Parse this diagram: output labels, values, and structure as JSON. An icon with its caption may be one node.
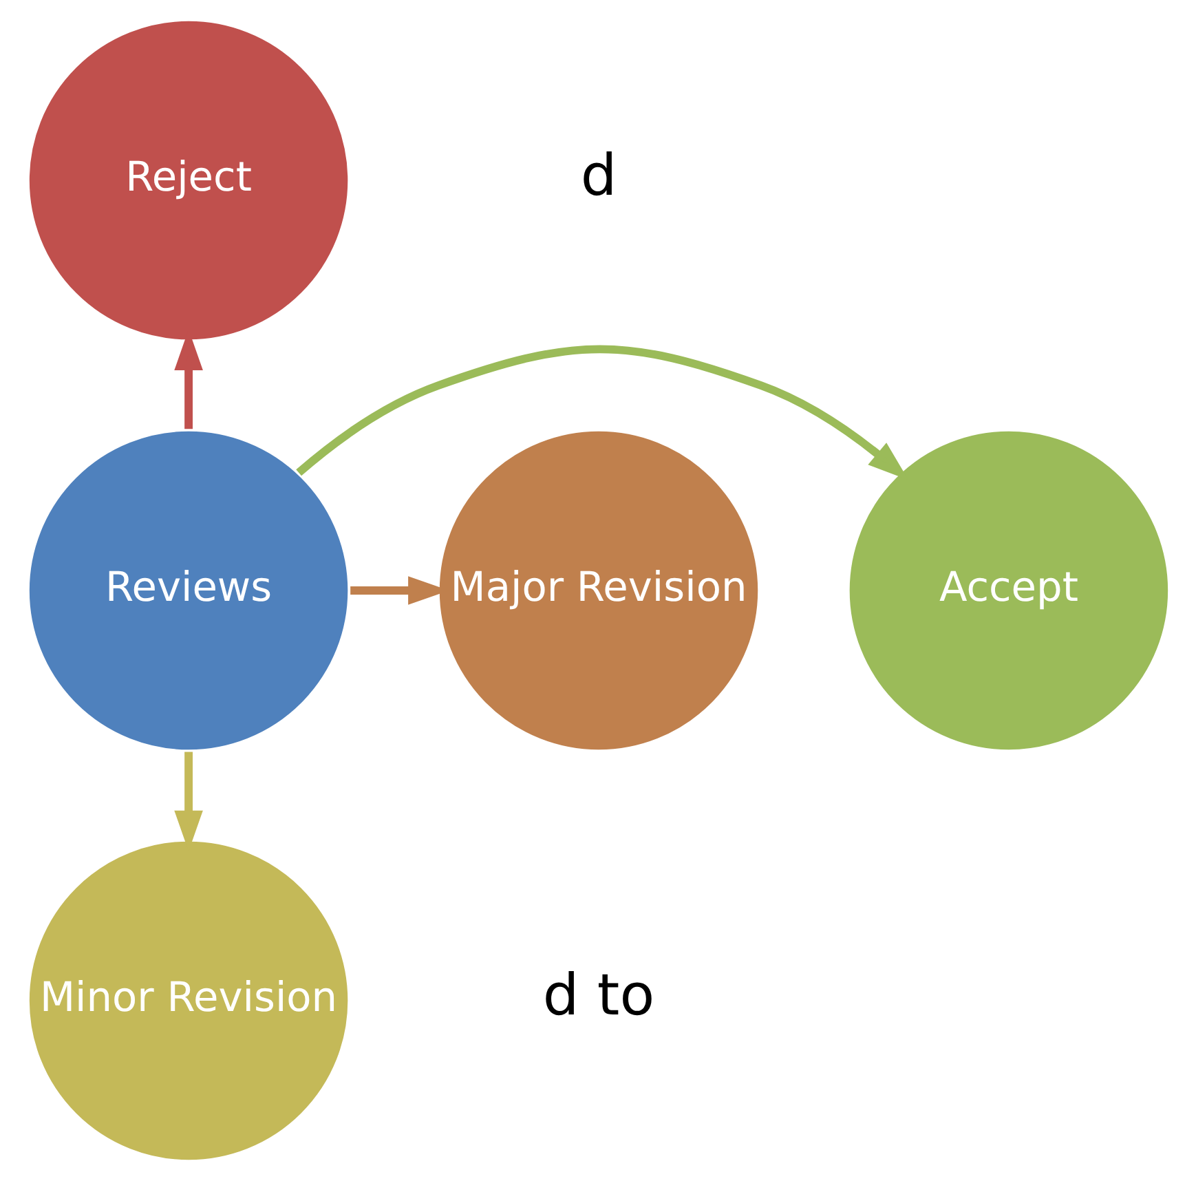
{
  "diagram": {
    "nodes": [
      {
        "text": [
          "Reject"
        ]
      },
      {
        "text": [
          "Accept"
        ]
      },
      {
        "text": [
          "Reviews"
        ]
      },
      {
        "text": [
          "Major Revision"
        ]
      },
      {
        "text": [
          "Minor Revision"
        ]
      }
    ],
    "edges": [
      {
        "from": 2,
        "to": 0,
        "arrow": "to",
        "color": "#c0504d"
      },
      {
        "from": 2,
        "to": 1,
        "arrow": "to",
        "color": "#9bbb59"
      },
      {
        "from": 2,
        "to": 3,
        "arrow": "to",
        "color": "#c0804d"
      },
      {
        "from": 2,
        "to": 4,
        "arrow": "to",
        "color": "#c4b958"
      }
    ],
    "labels": [
      "d",
      "d to"
    ]
  }
}
